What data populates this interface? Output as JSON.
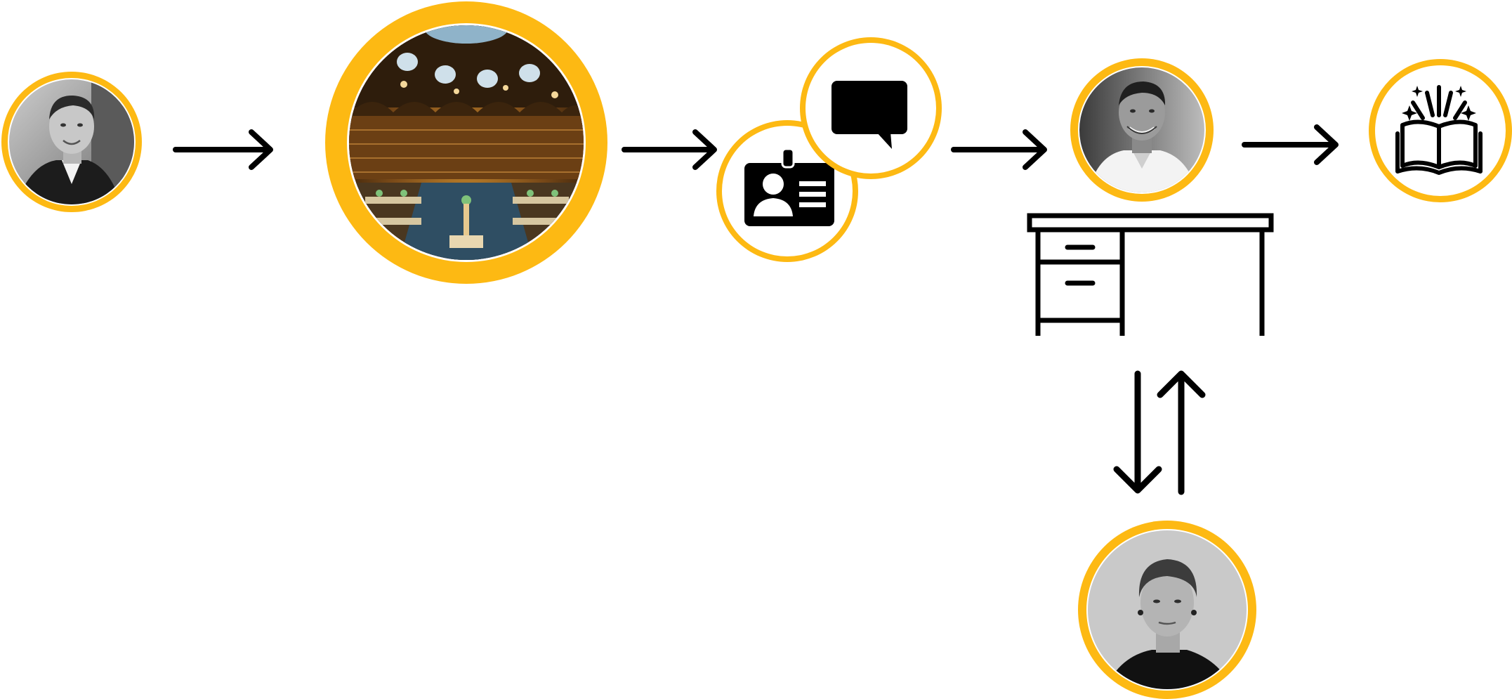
{
  "colors": {
    "ring": "#FDB913",
    "ring_light": "#FFD561",
    "ink": "#000000",
    "background": "#FFFFFF"
  },
  "nodes": [
    {
      "id": "visitor",
      "kind": "photo",
      "subject": "man-in-suit-portrait",
      "tone": "grayscale"
    },
    {
      "id": "library",
      "kind": "photo",
      "subject": "domed-library-reading-room",
      "tone": "color"
    },
    {
      "id": "id-card",
      "kind": "icon",
      "icon": "id-card-icon"
    },
    {
      "id": "chat",
      "kind": "icon",
      "icon": "speech-bubble-icon"
    },
    {
      "id": "librarian",
      "kind": "photo",
      "subject": "smiling-man-white-shirt-portrait",
      "tone": "grayscale"
    },
    {
      "id": "book",
      "kind": "icon",
      "icon": "open-book-sparkle-icon"
    },
    {
      "id": "expert",
      "kind": "photo",
      "subject": "older-woman-portrait",
      "tone": "grayscale"
    },
    {
      "id": "desk",
      "kind": "icon",
      "icon": "desk-icon"
    }
  ],
  "connections": [
    {
      "from": "visitor",
      "to": "library",
      "direction": "forward"
    },
    {
      "from": "library",
      "to": "id-card",
      "direction": "forward"
    },
    {
      "from": "chat",
      "to": "librarian",
      "direction": "forward"
    },
    {
      "from": "librarian",
      "to": "book",
      "direction": "forward"
    },
    {
      "from": "desk",
      "to": "expert",
      "direction": "bidirectional"
    }
  ]
}
